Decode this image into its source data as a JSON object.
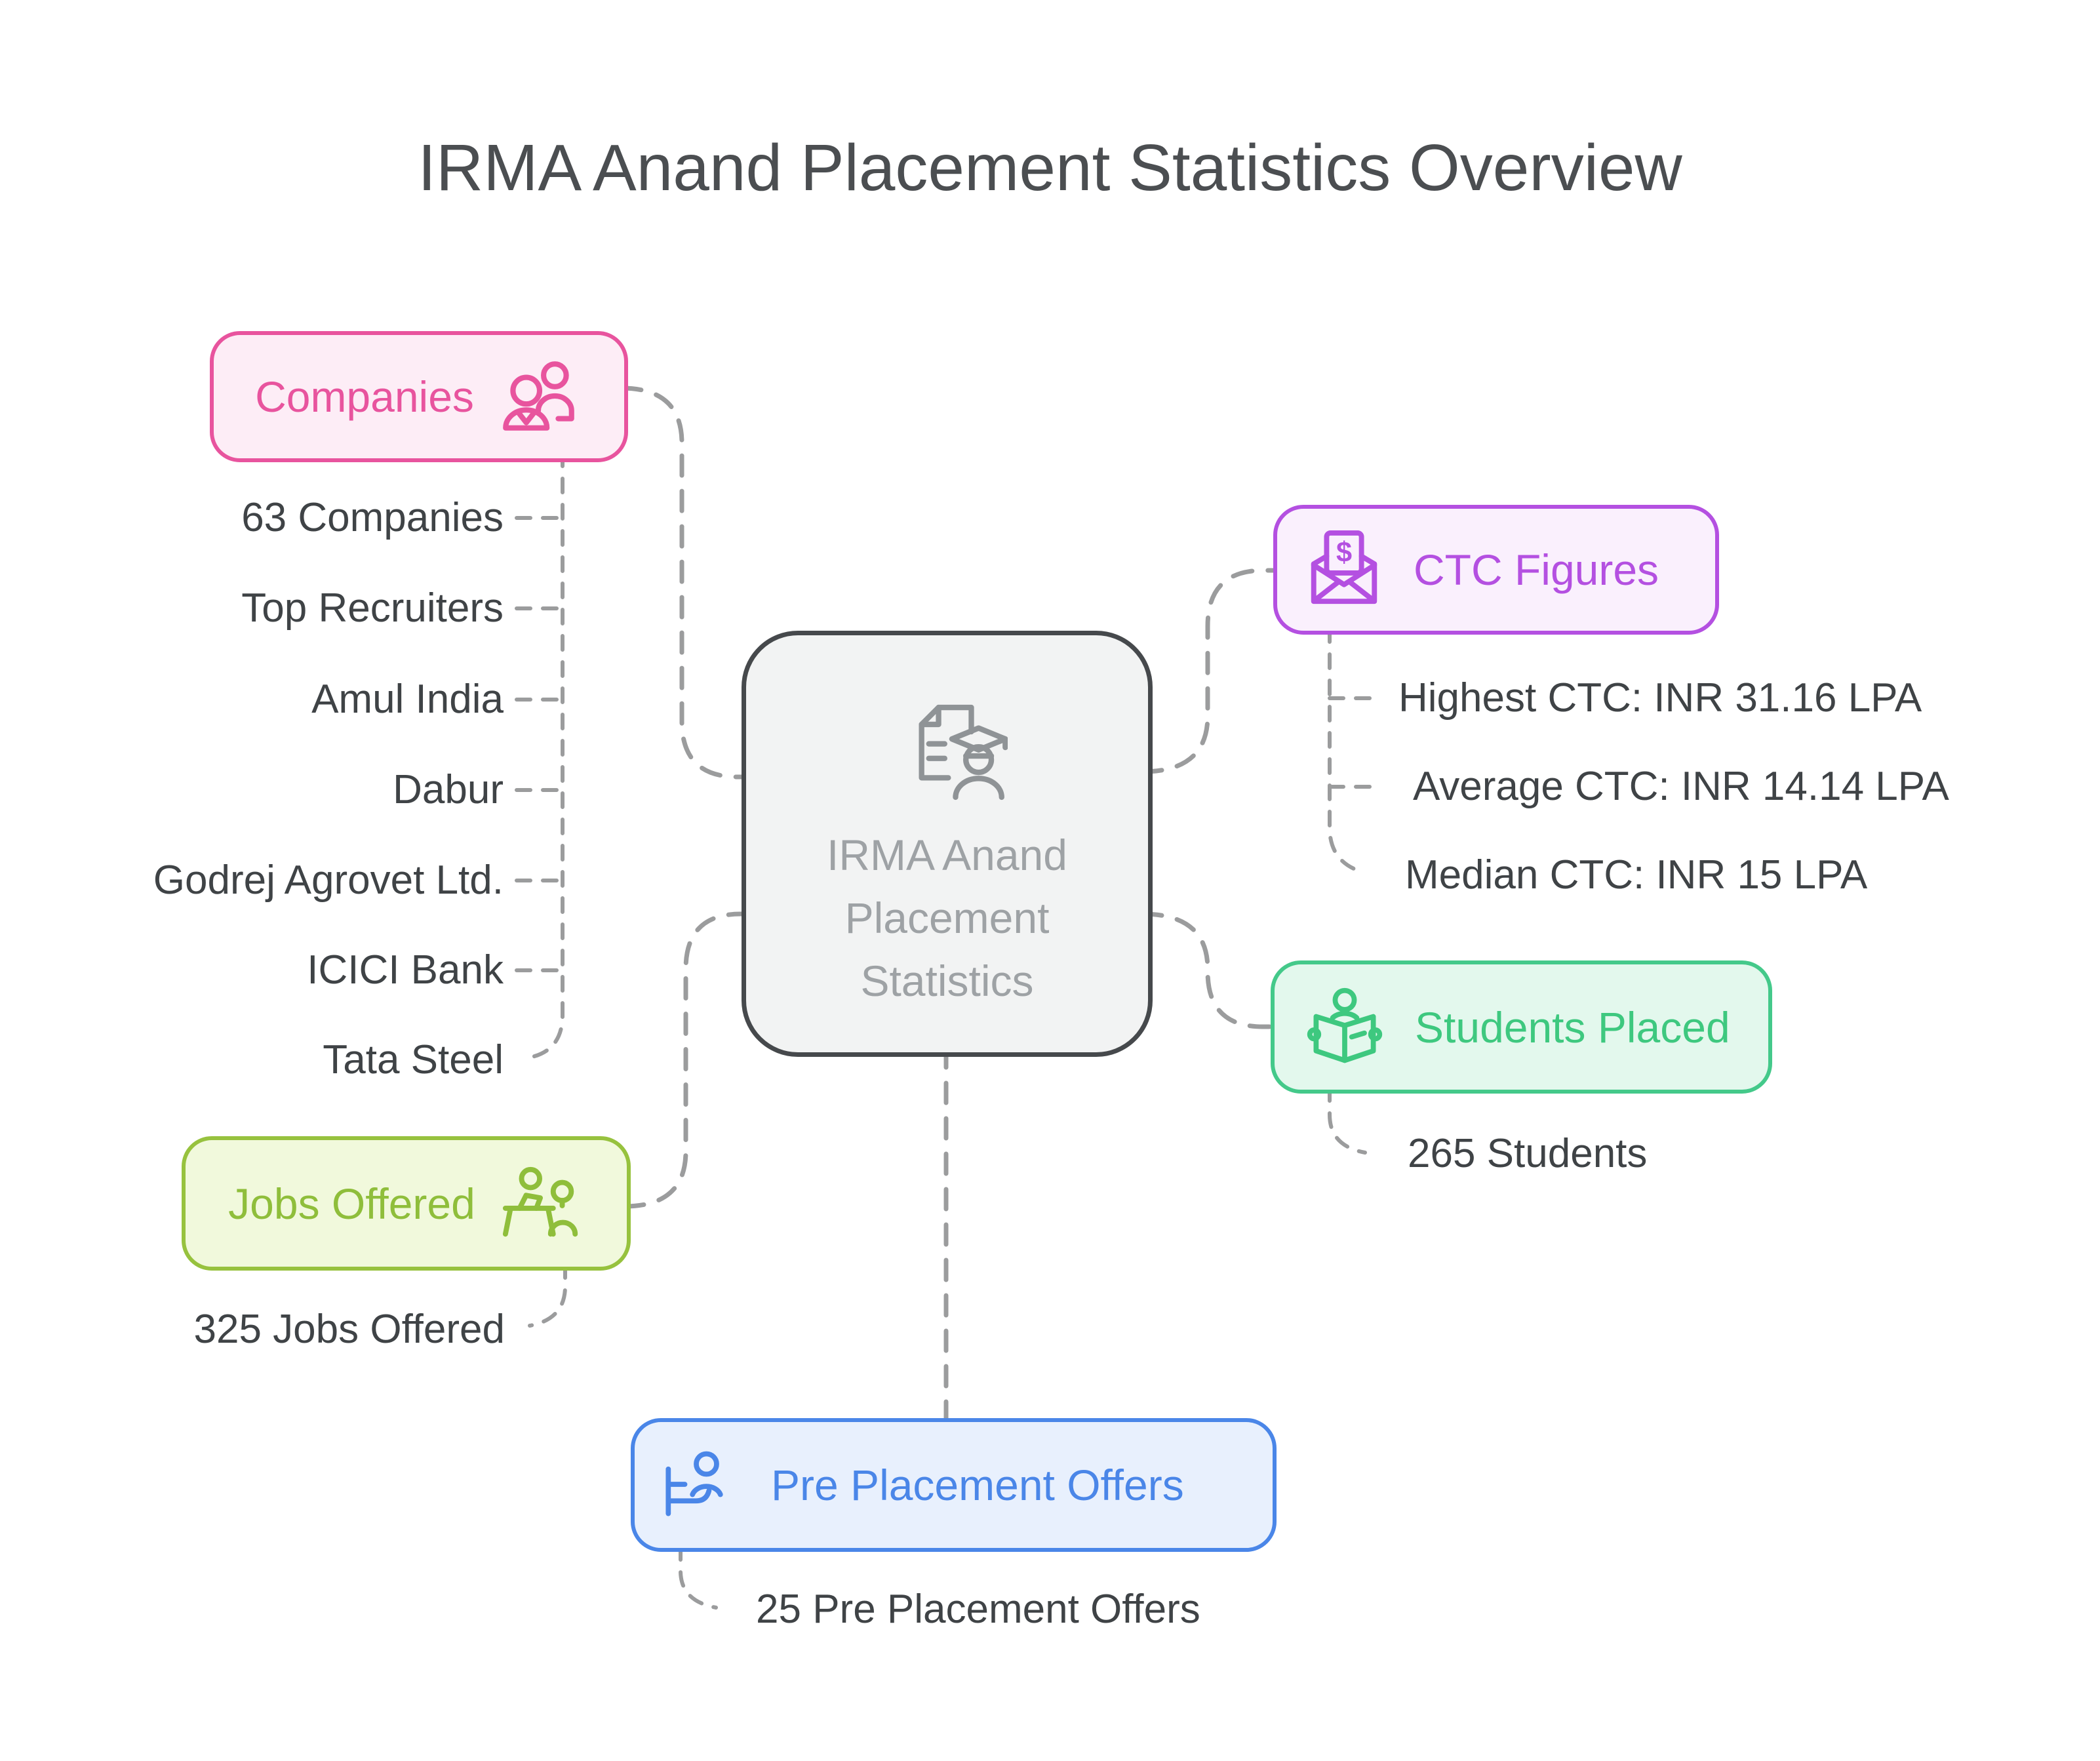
{
  "title": "IRMA Anand Placement Statistics Overview",
  "center": {
    "icon": "document-graduate-icon",
    "label_lines": [
      "IRMA Anand",
      "Placement",
      "Statistics"
    ]
  },
  "nodes": {
    "companies": {
      "label": "Companies",
      "icon": "people-icon",
      "accent_color": "#e8549e",
      "fill_color": "#fdedf6",
      "items": [
        "63 Companies",
        "Top Recruiters",
        "Amul India",
        "Dabur",
        "Godrej Agrovet Ltd.",
        "ICICI Bank",
        "Tata Steel"
      ]
    },
    "ctc": {
      "label": "CTC Figures",
      "icon": "salary-envelope-icon",
      "accent_color": "#b450e1",
      "fill_color": "#faf0fd",
      "items": [
        "Highest CTC: INR 31.16 LPA",
        "Average CTC: INR 14.14 LPA",
        "Median CTC: INR 15 LPA"
      ]
    },
    "students": {
      "label": "Students Placed",
      "icon": "reading-book-icon",
      "accent_color": "#44c98a",
      "fill_color": "#e3f8ed",
      "items": [
        "265 Students"
      ]
    },
    "jobs": {
      "label": "Jobs Offered",
      "icon": "interview-desk-icon",
      "accent_color": "#97c23e",
      "fill_color": "#f1f9dc",
      "items": [
        "325 Jobs Offered"
      ]
    },
    "ppo": {
      "label": "Pre Placement Offers",
      "icon": "person-desk-icon",
      "accent_color": "#4a86e8",
      "fill_color": "#e8f0fd",
      "items": [
        "25 Pre Placement Offers"
      ]
    }
  },
  "connector_color": "#9b9c9d",
  "center_border_color": "#46494c",
  "text_color": "#3f4346"
}
